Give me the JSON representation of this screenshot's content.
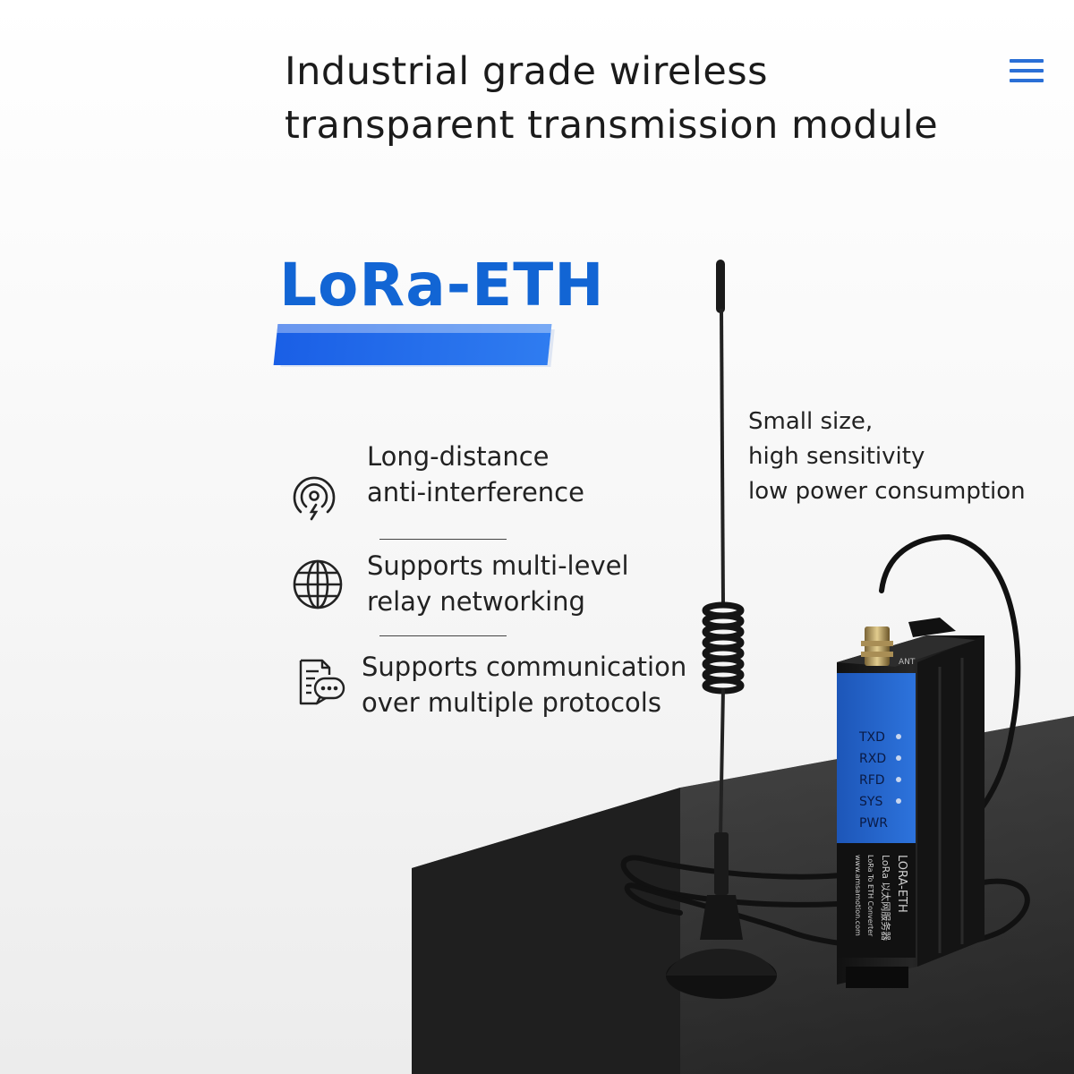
{
  "header": {
    "title_line1": "Industrial grade wireless",
    "title_line2": "transparent transmission module"
  },
  "brand": {
    "name": "LoRa-ETH"
  },
  "features": [
    {
      "icon": "signal-lightning-icon",
      "line1": "Long-distance",
      "line2": "anti-interference"
    },
    {
      "icon": "globe-icon",
      "line1": "Supports multi-level",
      "line2": "relay networking"
    },
    {
      "icon": "document-chat-icon",
      "line1": "Supports communication",
      "line2": "over multiple protocols"
    }
  ],
  "side_note": {
    "line1": "Small size,",
    "line2": "high sensitivity",
    "line3": "low power consumption"
  },
  "device": {
    "leds": [
      "TXD",
      "RXD",
      "RFD",
      "SYS",
      "PWR"
    ],
    "model": "LORA-ETH",
    "subtitle": "LoRa 以太网服务器",
    "subtitle2": "LoRa To ETH Converter",
    "website": "www.amsamotion.com",
    "ant_label": "ANT"
  },
  "colors": {
    "accent": "#1265d4",
    "panel_blue": "#1e5fc8",
    "device_body": "#1d1d1d"
  }
}
